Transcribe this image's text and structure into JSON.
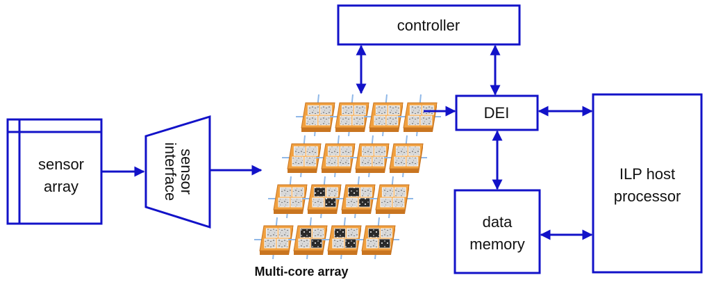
{
  "diagram": {
    "nodes": {
      "controller": "controller",
      "dei": "DEI",
      "sensor_array": [
        "sensor",
        "array"
      ],
      "sensor_interface": [
        "sensor",
        "interface"
      ],
      "data_memory": [
        "data",
        "memory"
      ],
      "ilp_host": [
        "ILP host",
        "processor"
      ]
    },
    "multicore_caption": "Multi-core array",
    "multicore_grid": {
      "rows": 4,
      "cols": 4
    },
    "edges": [
      {
        "from": "sensor_array",
        "to": "sensor_interface",
        "direction": "forward"
      },
      {
        "from": "sensor_interface",
        "to": "multicore_array",
        "direction": "forward"
      },
      {
        "from": "multicore_array",
        "to": "dei",
        "direction": "forward"
      },
      {
        "from": "controller",
        "to": "multicore_array",
        "direction": "both"
      },
      {
        "from": "controller",
        "to": "dei",
        "direction": "both"
      },
      {
        "from": "dei",
        "to": "ilp_host",
        "direction": "both"
      },
      {
        "from": "dei",
        "to": "data_memory",
        "direction": "both"
      },
      {
        "from": "data_memory",
        "to": "ilp_host",
        "direction": "both"
      }
    ],
    "colors": {
      "stroke": "#1212c8",
      "tile_orange": "#f0a040",
      "tile_orange_dark": "#c97520",
      "wire_light_blue": "#8fb8e8"
    }
  }
}
